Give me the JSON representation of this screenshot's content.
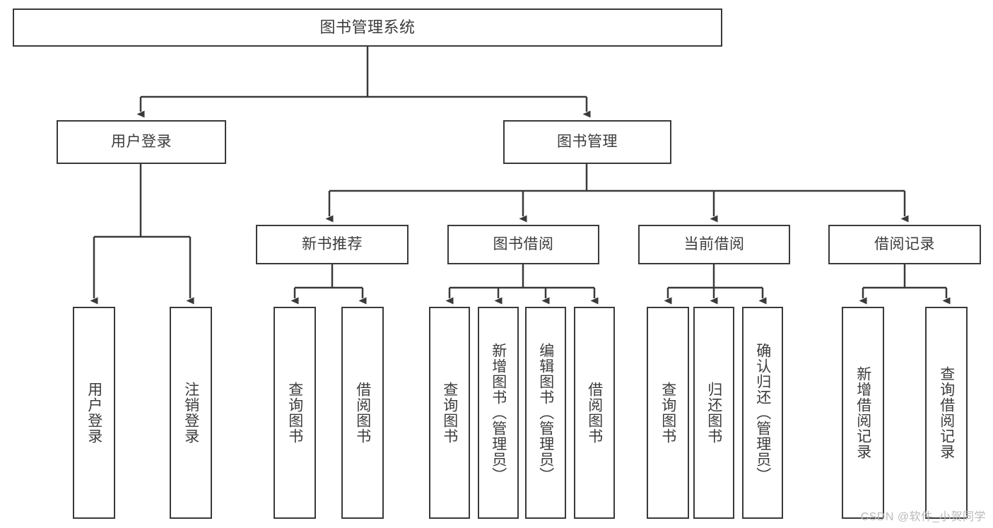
{
  "diagram": {
    "title": "图书管理系统",
    "type": "hierarchy-tree",
    "stroke_color": "#3a3a3a",
    "text_color": "#3c3c3c",
    "background_color": "#ffffff"
  },
  "nodes": {
    "root": {
      "label": "图书管理系统"
    },
    "level2": [
      {
        "id": "user-login",
        "label": "用户登录"
      },
      {
        "id": "book-manage",
        "label": "图书管理"
      }
    ],
    "level3": [
      {
        "id": "new-book-recommend",
        "label": "新书推荐"
      },
      {
        "id": "book-borrow",
        "label": "图书借阅"
      },
      {
        "id": "current-borrow",
        "label": "当前借阅"
      },
      {
        "id": "borrow-record",
        "label": "借阅记录"
      }
    ],
    "leaves": {
      "user_login": [
        {
          "id": "leaf-user-login",
          "label": "用户登录"
        },
        {
          "id": "leaf-user-logout",
          "label": "注销登录"
        }
      ],
      "new_book_recommend": [
        {
          "id": "leaf-query-book-1",
          "label": "查询图书"
        },
        {
          "id": "leaf-borrow-book-1",
          "label": "借阅图书"
        }
      ],
      "book_borrow": [
        {
          "id": "leaf-query-book-2",
          "label": "查询图书"
        },
        {
          "id": "leaf-add-book",
          "label": "新增图书（管理员）"
        },
        {
          "id": "leaf-edit-book",
          "label": "编辑图书（管理员）"
        },
        {
          "id": "leaf-borrow-book-2",
          "label": "借阅图书"
        }
      ],
      "current_borrow": [
        {
          "id": "leaf-query-book-3",
          "label": "查询图书"
        },
        {
          "id": "leaf-return-book",
          "label": "归还图书"
        },
        {
          "id": "leaf-confirm-return",
          "label": "确认归还（管理员）"
        }
      ],
      "borrow_record": [
        {
          "id": "leaf-add-record",
          "label": "新增借阅记录"
        },
        {
          "id": "leaf-query-record",
          "label": "查询借阅记录"
        }
      ]
    }
  },
  "watermark": {
    "text": "CSDN @软件_小贺同学"
  }
}
